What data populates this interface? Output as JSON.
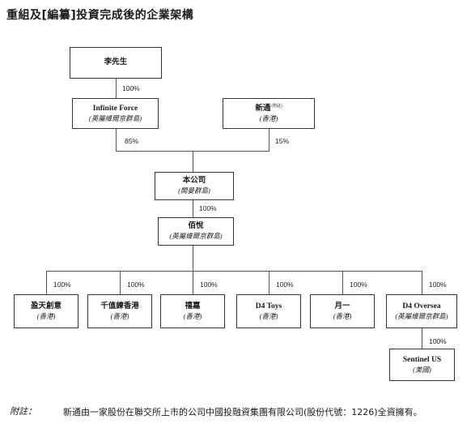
{
  "title": "重組及[編纂]投資完成後的企業架構",
  "entities": {
    "li": {
      "name": "李先生"
    },
    "infinite": {
      "name": "Infinite Force",
      "place": "(英屬維爾京群島)"
    },
    "xintong": {
      "name": "新通",
      "note_mark": "(附註)",
      "place": "(香港)"
    },
    "company": {
      "name": "本公司",
      "place": "(開曼群島)"
    },
    "baiyue": {
      "name": "佰悅",
      "place": "(英屬維爾京群島)"
    },
    "s1": {
      "name": "盈天創意",
      "place": "(香港)"
    },
    "s2": {
      "name": "千值練香港",
      "place": "(香港)"
    },
    "s3": {
      "name": "禧嘉",
      "place": "(香港)"
    },
    "s4": {
      "name": "D4 Toys",
      "place": "(香港)"
    },
    "s5": {
      "name": "月一",
      "place": "(香港)"
    },
    "s6": {
      "name": "D4 Oversea",
      "place": "(英屬維爾京群島)"
    },
    "sentinel": {
      "name": "Sentinel US",
      "place": "(美國)"
    }
  },
  "ownership": {
    "li_infinite": "100%",
    "infinite_company": "85%",
    "xintong_company": "15%",
    "company_baiyue": "100%",
    "baiyue_s1": "100%",
    "baiyue_s2": "100%",
    "baiyue_s3": "100%",
    "baiyue_s4": "100%",
    "baiyue_s5": "100%",
    "baiyue_s6": "100%",
    "s6_sentinel": "100%"
  },
  "note": {
    "label": "附註：",
    "text": "新通由一家股份在聯交所上市的公司中國投融資集團有限公司(股份代號：1226)全資擁有。"
  }
}
